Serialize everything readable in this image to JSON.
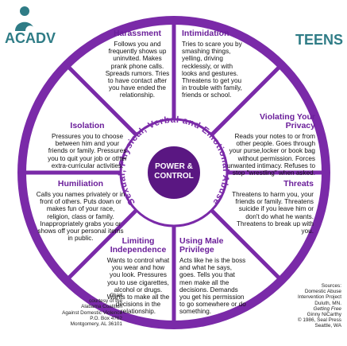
{
  "org": "ACADV",
  "tag": "TEENS",
  "center": {
    "line1": "POWER &",
    "line2": "CONTROL"
  },
  "ring_text": "Sexual, Physical, Verbal and Emotional Abuse",
  "colors": {
    "purple": "#7a2aa8",
    "dark_purple": "#5a1782",
    "title": "#6b1f9a",
    "teal": "#2f7c86"
  },
  "sections": [
    {
      "id": "harassment",
      "title": "Harassment",
      "text": "Follows you and frequently shows up uninvited. Makes prank phone calls. Spreads rumors. Tries to have contact after you have ended the relationship."
    },
    {
      "id": "intimidation",
      "title": "Intimidation",
      "text": "Tries to scare you by smashing things, yelling, driving recklessly, or with looks and gestures. Threatens to get you in trouble with family, friends or school."
    },
    {
      "id": "isolation",
      "title": "Isolation",
      "text": "Pressures you to choose between him and your friends or family. Pressures you to quit your job or other extra-curricular activities."
    },
    {
      "id": "privacy",
      "title": "Violating Your Privacy",
      "text": "Reads your notes to or from other people. Goes through your purse,locker or book bag without permission. Forces unwanted intimacy. Refuses to stop \"wrestling\" when asked."
    },
    {
      "id": "humiliation",
      "title": "Humiliation",
      "text": "Calls you names privately or in front of others. Puts down or makes fun of your race, religion, class or family. Inappropriately grabs you or shows off your personal items in public."
    },
    {
      "id": "threats",
      "title": "Threats",
      "text": "Threatens to harm you, your friends or family. Threatens suicide if you leave him or don't do what he wants. Threatens to break up with you."
    },
    {
      "id": "independence",
      "title": "Limiting Independence",
      "text": "Wants to control what you wear and how you look. Pressures you to use cigarettes, alcohol or drugs. Wants to make all the decisions in the relationship."
    },
    {
      "id": "male",
      "title": "Using Male Privilege",
      "text": "Acts like he is the boss and what he says, goes. Tells you that men make all the decisions. Demands you get his permission to go somewhere or do something."
    }
  ],
  "credit_left": [
    "Chart",
    "courtesy of the",
    "Alabama Coalition",
    "Against Domestic Violence",
    "P.O. Box 4762",
    "Montgomery, AL 36101"
  ],
  "credit_right": [
    "Sources:",
    "Domestic Abuse",
    "Intervention Project",
    "Duluth, MN.",
    "Getting Free",
    "Ginny NiCarthy",
    "© 1986, Seal Press",
    "Seattle, WA"
  ]
}
